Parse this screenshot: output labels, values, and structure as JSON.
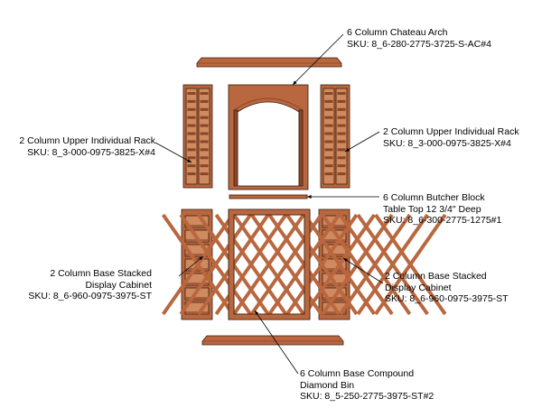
{
  "callouts": {
    "arch": {
      "name": "6 Column Chateau Arch",
      "sku": "SKU: 8_6-280-2775-3725-S-AC#4"
    },
    "upper_left": {
      "name": "2 Column Upper Individual Rack",
      "sku": "SKU: 8_3-000-0975-3825-X#4"
    },
    "upper_right": {
      "name": "2 Column Upper Individual Rack",
      "sku": "SKU: 8_3-000-0975-3825-X#4"
    },
    "tabletop": {
      "line1": "6 Column Butcher Block",
      "line2": "Table Top 12 3/4\" Deep",
      "sku": "SKU: 8_6-300-2775-1275#1"
    },
    "base_left": {
      "line1": "2 Column Base Stacked",
      "line2": "Display Cabinet",
      "sku": "SKU: 8_6-960-0975-3975-ST"
    },
    "base_right": {
      "line1": "2 Column Base Stacked",
      "line2": "Display Cabinet",
      "sku": "SKU: 8_6-960-0975-3975-ST"
    },
    "diamond": {
      "line1": "6 Column Base Compound",
      "line2": "Diamond Bin",
      "sku": "SKU: 8_5-250-2775-3975-ST#2"
    }
  },
  "colors": {
    "wood": "#b9673f",
    "wood_dark": "#8a4527",
    "wood_light": "#d08a60",
    "outline": "#3a1d0e"
  }
}
